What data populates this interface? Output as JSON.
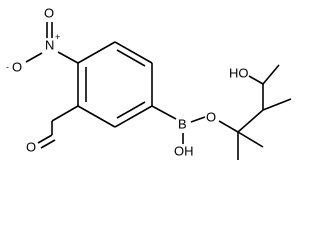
{
  "molecule": {
    "atoms": {
      "nitro_n": "N",
      "nitro_n_charge": "+",
      "nitro_o_double": "O",
      "nitro_o_single": "O",
      "nitro_o_charge": "-",
      "aldehyde_o": "O",
      "boron": "B",
      "boron_oh": "OH",
      "ester_o": "O",
      "pinacol_oh": "HO"
    }
  }
}
